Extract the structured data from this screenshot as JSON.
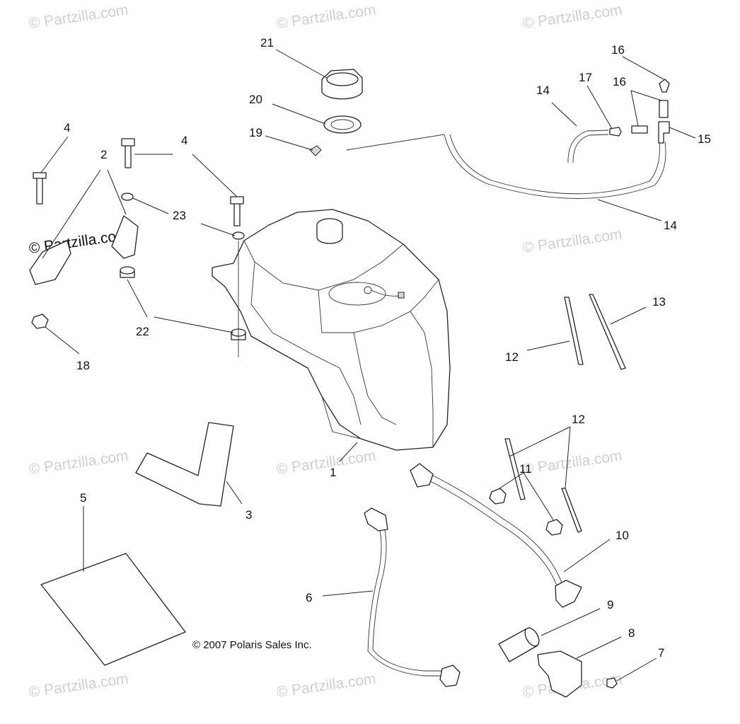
{
  "diagram": {
    "callouts": [
      {
        "id": "c1",
        "label": "1"
      },
      {
        "id": "c2",
        "label": "2"
      },
      {
        "id": "c3",
        "label": "3"
      },
      {
        "id": "c4a",
        "label": "4"
      },
      {
        "id": "c4b",
        "label": "4"
      },
      {
        "id": "c5",
        "label": "5"
      },
      {
        "id": "c6",
        "label": "6"
      },
      {
        "id": "c7",
        "label": "7"
      },
      {
        "id": "c8",
        "label": "8"
      },
      {
        "id": "c9",
        "label": "9"
      },
      {
        "id": "c10",
        "label": "10"
      },
      {
        "id": "c11",
        "label": "11"
      },
      {
        "id": "c12a",
        "label": "12"
      },
      {
        "id": "c12b",
        "label": "12"
      },
      {
        "id": "c13",
        "label": "13"
      },
      {
        "id": "c14a",
        "label": "14"
      },
      {
        "id": "c14b",
        "label": "14"
      },
      {
        "id": "c15",
        "label": "15"
      },
      {
        "id": "c16a",
        "label": "16"
      },
      {
        "id": "c16b",
        "label": "16"
      },
      {
        "id": "c17",
        "label": "17"
      },
      {
        "id": "c18",
        "label": "18"
      },
      {
        "id": "c19",
        "label": "19"
      },
      {
        "id": "c20",
        "label": "20"
      },
      {
        "id": "c21",
        "label": "21"
      },
      {
        "id": "c22",
        "label": "22"
      },
      {
        "id": "c23",
        "label": "23"
      }
    ],
    "copyright": "© 2007 Polaris Sales Inc."
  },
  "watermark": {
    "text": "© Partzilla.com"
  }
}
